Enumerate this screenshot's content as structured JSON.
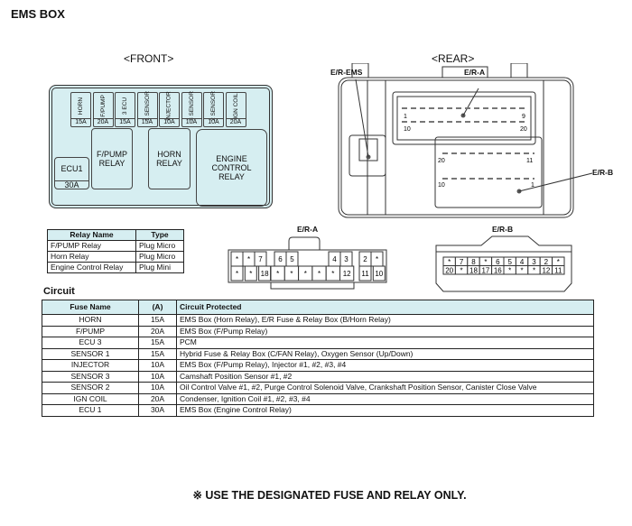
{
  "title": "EMS  BOX",
  "front_label": "<FRONT>",
  "rear_label": "<REAR>",
  "fuses": [
    {
      "name": "HORN",
      "amp": "15A"
    },
    {
      "name": "F/PUMP",
      "amp": "20A"
    },
    {
      "name": "3 ECU",
      "amp": "15A"
    },
    {
      "name": "1 SENSOR",
      "amp": "15A"
    },
    {
      "name": "INJECTOR",
      "amp": "10A"
    },
    {
      "name": "3 SENSOR",
      "amp": "10A"
    },
    {
      "name": "2 SENSOR",
      "amp": "10A"
    },
    {
      "name": "IGN COIL",
      "amp": "20A"
    }
  ],
  "relays": {
    "fpump": "F/PUMP\nRELAY",
    "horn": "HORN\nRELAY",
    "engine": "ENGINE\nCONTROL\nRELAY",
    "ecu1": "ECU1",
    "ecu1_amp": "30A"
  },
  "rear": {
    "er_ems": "E/R-EMS",
    "er_a": "E/R-A",
    "er_b": "E/R-B",
    "a_pins": [
      "1",
      "9",
      "10",
      "20"
    ],
    "b_pins": [
      "20",
      "11",
      "10",
      "1"
    ]
  },
  "relay_table": {
    "headers": [
      "Relay Name",
      "Type"
    ],
    "rows": [
      [
        "F/PUMP Relay",
        "Plug Micro"
      ],
      [
        "Horn Relay",
        "Plug Micro"
      ],
      [
        "Engine Control Relay",
        "Plug Mini"
      ]
    ]
  },
  "connector_a": {
    "label": "E/R-A",
    "row1": [
      [
        "*",
        "*",
        "7"
      ],
      [
        "6",
        "5"
      ],
      [
        "4",
        "3"
      ],
      [
        "2",
        "*"
      ]
    ],
    "row2": [
      [
        "*",
        "*",
        "18"
      ],
      [
        "*",
        "*",
        "*",
        "*",
        "*",
        "12"
      ],
      [
        "11",
        "10"
      ]
    ]
  },
  "connector_b": {
    "label": "E/R-B",
    "row1": [
      "*",
      "7",
      "8",
      "*",
      "6",
      "5",
      "4",
      "3",
      "2",
      "*"
    ],
    "row2": [
      "20",
      "*",
      "18",
      "17",
      "16",
      "*",
      "*",
      "*",
      "12",
      "11"
    ]
  },
  "circuit_heading": "Circuit",
  "circuit_table": {
    "headers": [
      "Fuse Name",
      "(A)",
      "Circuit Protected"
    ],
    "rows": [
      [
        "HORN",
        "15A",
        "EMS Box (Horn Relay), E/R Fuse & Relay Box (B/Horn Relay)"
      ],
      [
        "F/PUMP",
        "20A",
        "EMS Box (F/Pump Relay)"
      ],
      [
        "ECU 3",
        "15A",
        "PCM"
      ],
      [
        "SENSOR 1",
        "15A",
        "Hybrid Fuse & Relay Box (C/FAN Relay), Oxygen Sensor (Up/Down)"
      ],
      [
        "INJECTOR",
        "10A",
        "EMS Box (F/Pump Relay), Injector #1, #2, #3, #4"
      ],
      [
        "SENSOR 3",
        "10A",
        "Camshaft Position Sensor #1, #2"
      ],
      [
        "SENSOR 2",
        "10A",
        "Oil Control Valve #1, #2, Purge Control Solenoid Valve, Crankshaft Position Sensor, Canister Close Valve"
      ],
      [
        "IGN COIL",
        "20A",
        "Condenser, Ignition Coil #1, #2, #3, #4"
      ],
      [
        "ECU 1",
        "30A",
        "EMS Box (Engine Control Relay)"
      ]
    ]
  },
  "footer": "※ USE THE DESIGNATED FUSE AND RELAY ONLY.",
  "colors": {
    "box_fill": "#d6eef1",
    "line": "#333333"
  }
}
